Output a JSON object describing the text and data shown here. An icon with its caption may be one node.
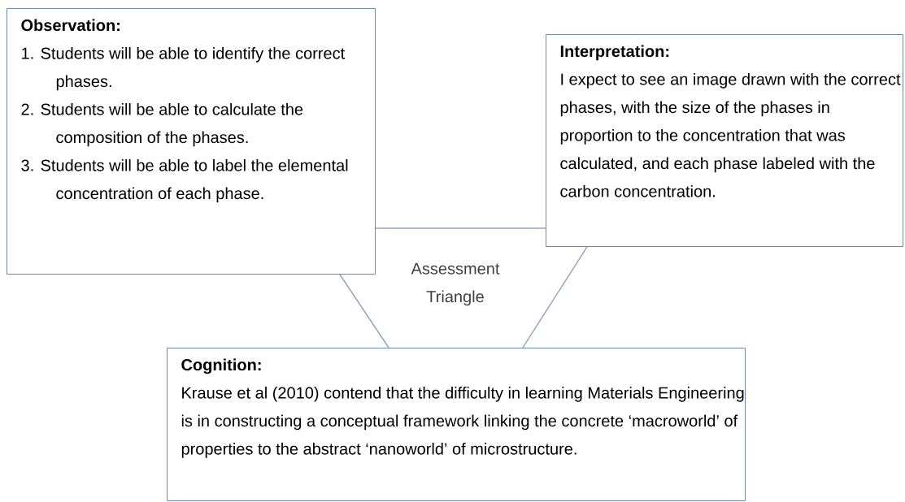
{
  "diagram": {
    "nodes": [
      {
        "text": [
          "Observation:",
          "1. Students will be able to identify the correct phases.",
          "2. Students will be able to calculate the composition of the phases.",
          "3. Students will be able to label the elemental concentration of each phase."
        ]
      },
      {
        "text": [
          "Interpretation:",
          "I expect to see an image drawn with the correct phases, with the size of the phases in proportion to the concentration that was calculated, and each phase labeled with the carbon concentration."
        ]
      },
      {
        "text": [
          "Cognition:",
          "Krause et al (2010) contend that the difficulty in learning Materials Engineering is in constructing a conceptual framework linking the concrete ‘macroworld’ of properties to the abstract ‘nanoworld’ of microstructure."
        ]
      }
    ],
    "edges": [
      {
        "from": 0,
        "to": 2,
        "arrow": "none"
      },
      {
        "from": 1,
        "to": 2,
        "arrow": "none"
      },
      {
        "from": 0,
        "to": 1,
        "arrow": "none"
      }
    ],
    "labels": [
      "Assessment Triangle"
    ]
  }
}
